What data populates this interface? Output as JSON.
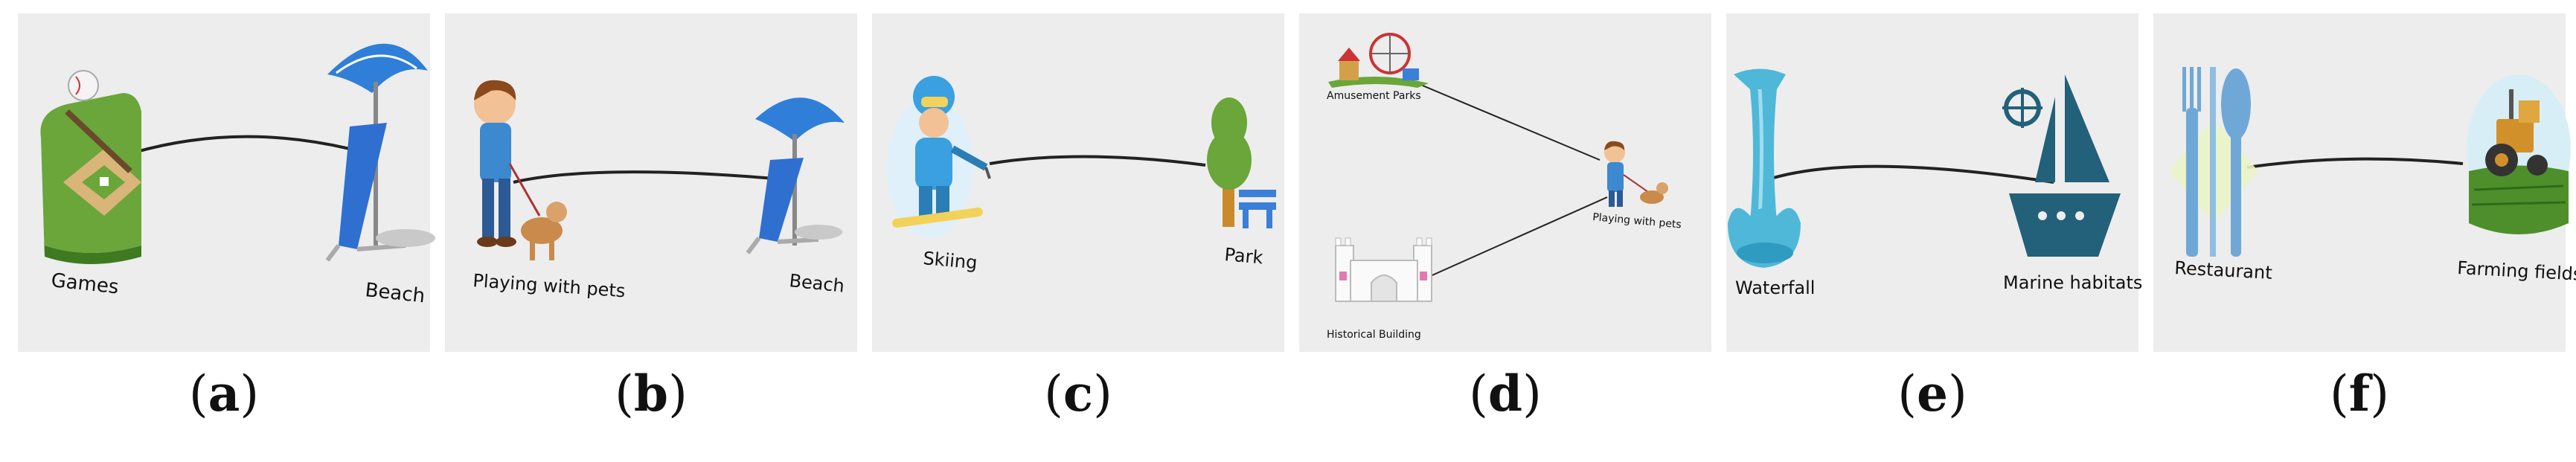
{
  "panels": [
    {
      "id": "a",
      "caption_open": "(",
      "caption_letter": "a",
      "caption_close": ")",
      "labels": [
        "Games",
        "Beach"
      ]
    },
    {
      "id": "b",
      "caption_open": "(",
      "caption_letter": "b",
      "caption_close": ")",
      "labels": [
        "Playing with pets",
        "Beach"
      ]
    },
    {
      "id": "c",
      "caption_open": "(",
      "caption_letter": "c",
      "caption_close": ")",
      "labels": [
        "Skiing",
        "Park"
      ]
    },
    {
      "id": "d",
      "caption_open": "(",
      "caption_letter": "d",
      "caption_close": ")",
      "labels": [
        "Amusement Parks",
        "Playing with pets",
        "Historical Building"
      ]
    },
    {
      "id": "e",
      "caption_open": "(",
      "caption_letter": "e",
      "caption_close": ")",
      "labels": [
        "Waterfall",
        "Marine habitats"
      ]
    },
    {
      "id": "f",
      "caption_open": "(",
      "caption_letter": "f",
      "caption_close": ")",
      "labels": [
        "Restaurant",
        "Farming fields"
      ]
    }
  ],
  "colors": {
    "panel_bg": "#ededed",
    "edge": "#222222",
    "beach_umbrella": "#2f7fd8",
    "water": "#4fb8d8",
    "boat": "#23607a",
    "tree": "#6aa63a",
    "field": "#4e8f2b"
  },
  "icons": [
    "baseball-field-icon",
    "beach-chair-icon",
    "boy-with-dog-icon",
    "skier-icon",
    "tree-bench-icon",
    "ferris-wheel-icon",
    "castle-icon",
    "waterfall-icon",
    "sailboat-icon",
    "cutlery-icon",
    "tractor-icon"
  ]
}
